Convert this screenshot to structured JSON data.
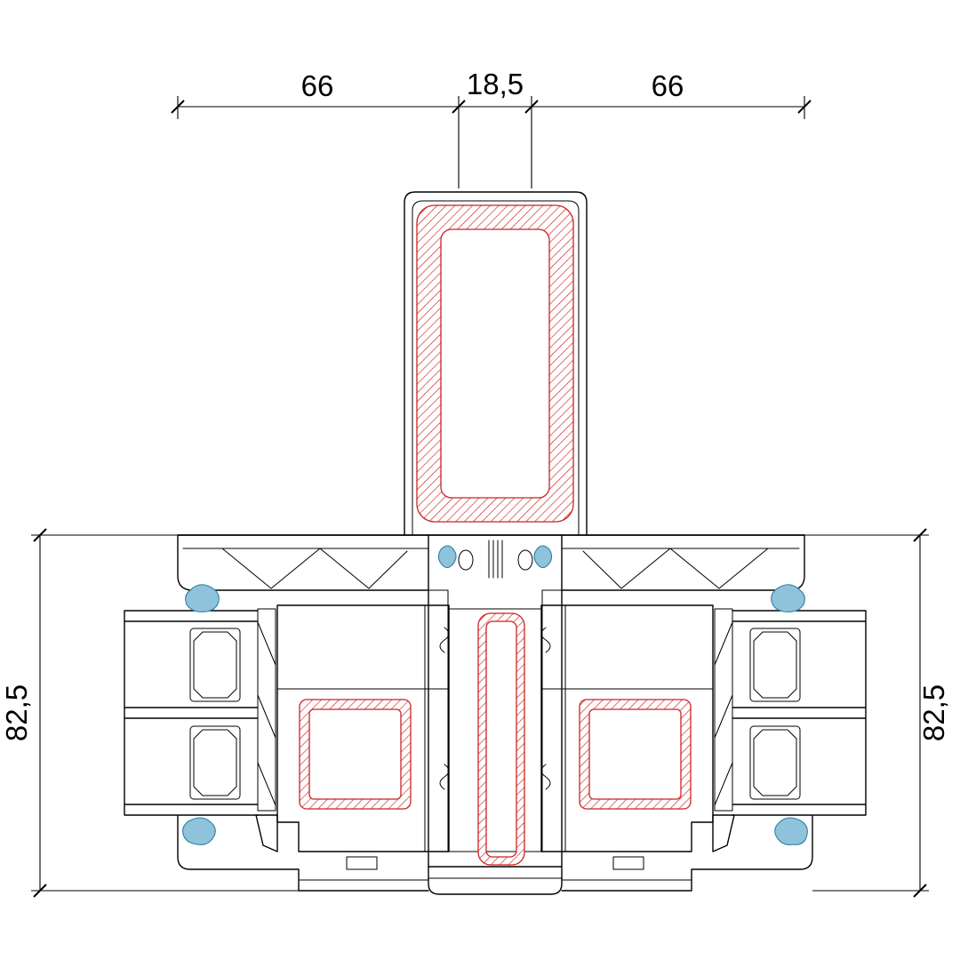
{
  "drawing": {
    "dimensions": {
      "top_left": "66",
      "top_center": "18,5",
      "top_right": "66",
      "left_side": "82,5",
      "right_side": "82,5"
    },
    "colors": {
      "outline": "#000000",
      "steel_hatch": "#cc2222",
      "seal_fill": "#8fc3dc",
      "seal_stroke": "#2e7ea3",
      "background": "#ffffff"
    }
  }
}
